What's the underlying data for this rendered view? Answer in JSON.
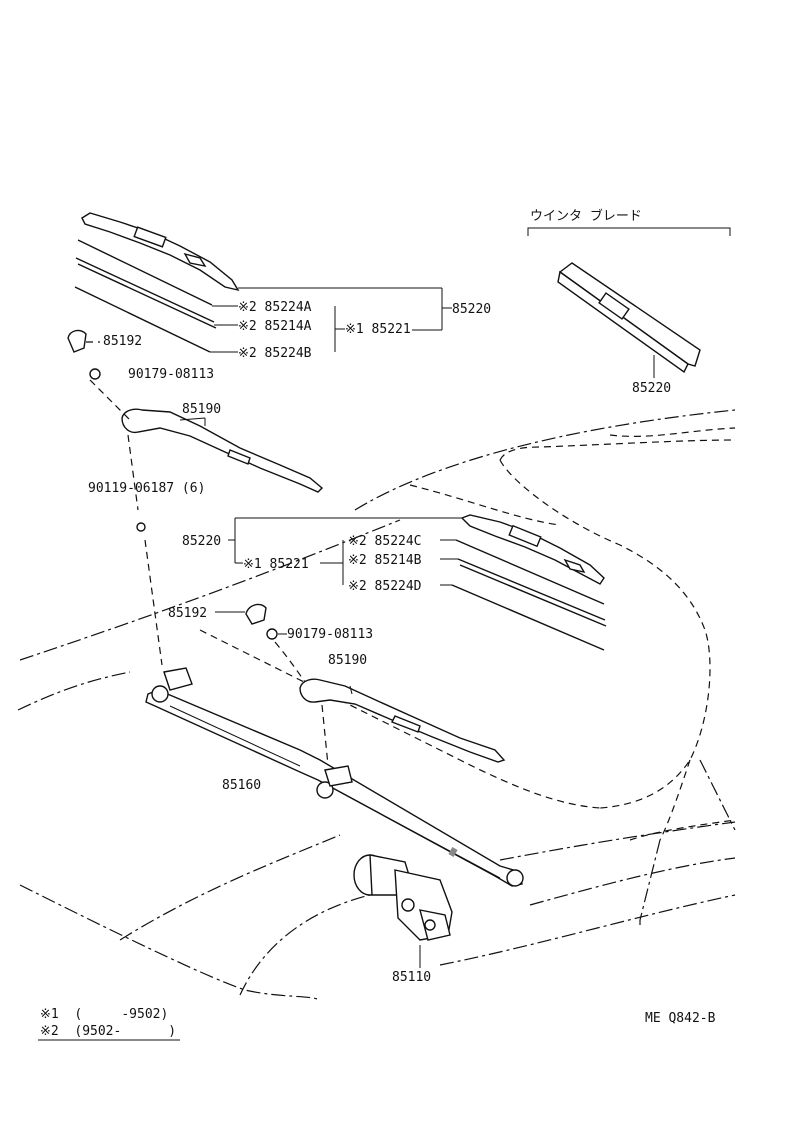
{
  "callouts": {
    "upper_blade_assy": "85220",
    "upper_refill_a": "※2  85224A",
    "upper_rubber_a": "※2  85214A",
    "upper_refill_b": "※2  85224B",
    "upper_blade_sub": "※1  85221",
    "upper_cap": "85192",
    "upper_nut": "90179-08113",
    "upper_arm": "85190",
    "bolt": "90119-06187 (6)",
    "lower_blade_assy": "85220",
    "lower_blade_sub": "※1  85221",
    "lower_refill_c": "※2  85224C",
    "lower_rubber_b": "※2  85214B",
    "lower_refill_d": "※2  85224D",
    "lower_cap": "85192",
    "lower_nut": "90179-08113",
    "lower_arm": "85190",
    "link": "85160",
    "motor": "85110"
  },
  "winter_blade": {
    "heading": "ウインタ  ブレード",
    "part_number": "85220"
  },
  "footnotes": {
    "note1": "※1  (     -9502)",
    "note2": "※2  (9502-      )"
  },
  "diagram_code": "ME Q842-B"
}
